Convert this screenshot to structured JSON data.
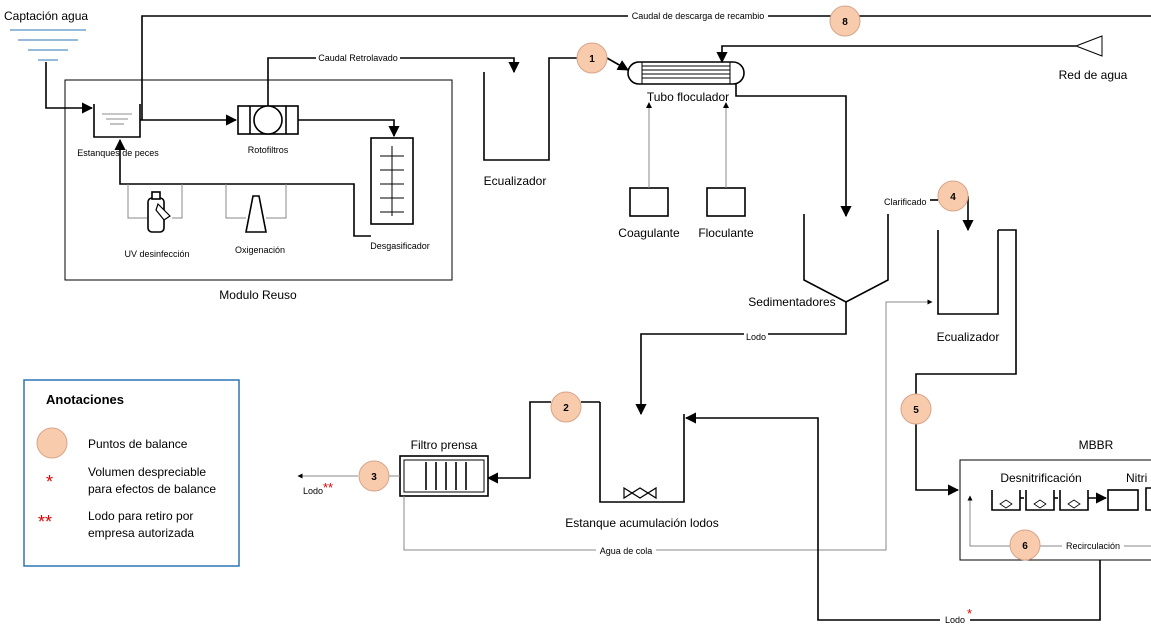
{
  "labels": {
    "captacion": "Captación agua",
    "descarga": "Caudal de descarga de recambio",
    "retrolavado": "Caudal Retrolavado",
    "red": "Red de agua",
    "estanques": "Estanques de peces",
    "rotofiltros": "Rotofiltros",
    "uv": "UV desinfección",
    "oxigenacion": "Oxigenación",
    "desgasificador": "Desgasificador",
    "modulo": "Modulo Reuso",
    "ecualizador1": "Ecualizador",
    "tubo": "Tubo floculador",
    "coagulante": "Coagulante",
    "floculante": "Floculante",
    "sedimentadores": "Sedimentadores",
    "clarificado": "Clarificado",
    "ecualizador2": "Ecualizador",
    "lodo_sed": "Lodo",
    "filtro": "Filtro prensa",
    "lodo_filtro": "Lodo",
    "estanque_lodos": "Estanque acumulación lodos",
    "agua_cola": "Agua de cola",
    "mbbr": "MBBR",
    "desnitrificacion": "Desnitrificación",
    "nitri": "Nitri",
    "recirculacion": "Recirculación",
    "lodo_mbbr": "Lodo"
  },
  "points": {
    "p1": "1",
    "p2": "2",
    "p3": "3",
    "p4": "4",
    "p5": "5",
    "p6": "6",
    "p8": "8"
  },
  "legend": {
    "title": "Anotaciones",
    "balance": "Puntos de balance",
    "star1_symbol": "*",
    "star1_line1": "Volumen despreciable",
    "star1_line2": "para efectos de balance",
    "star2_symbol": "**",
    "star2_line1": "Lodo para retiro por",
    "star2_line2": "empresa autorizada"
  },
  "marks": {
    "single": "*",
    "double": "**"
  },
  "colors": {
    "balance_point": "#f8cbad",
    "star": "#e00000",
    "legend_border": "#2e75b6",
    "water": "#2e75b6"
  }
}
